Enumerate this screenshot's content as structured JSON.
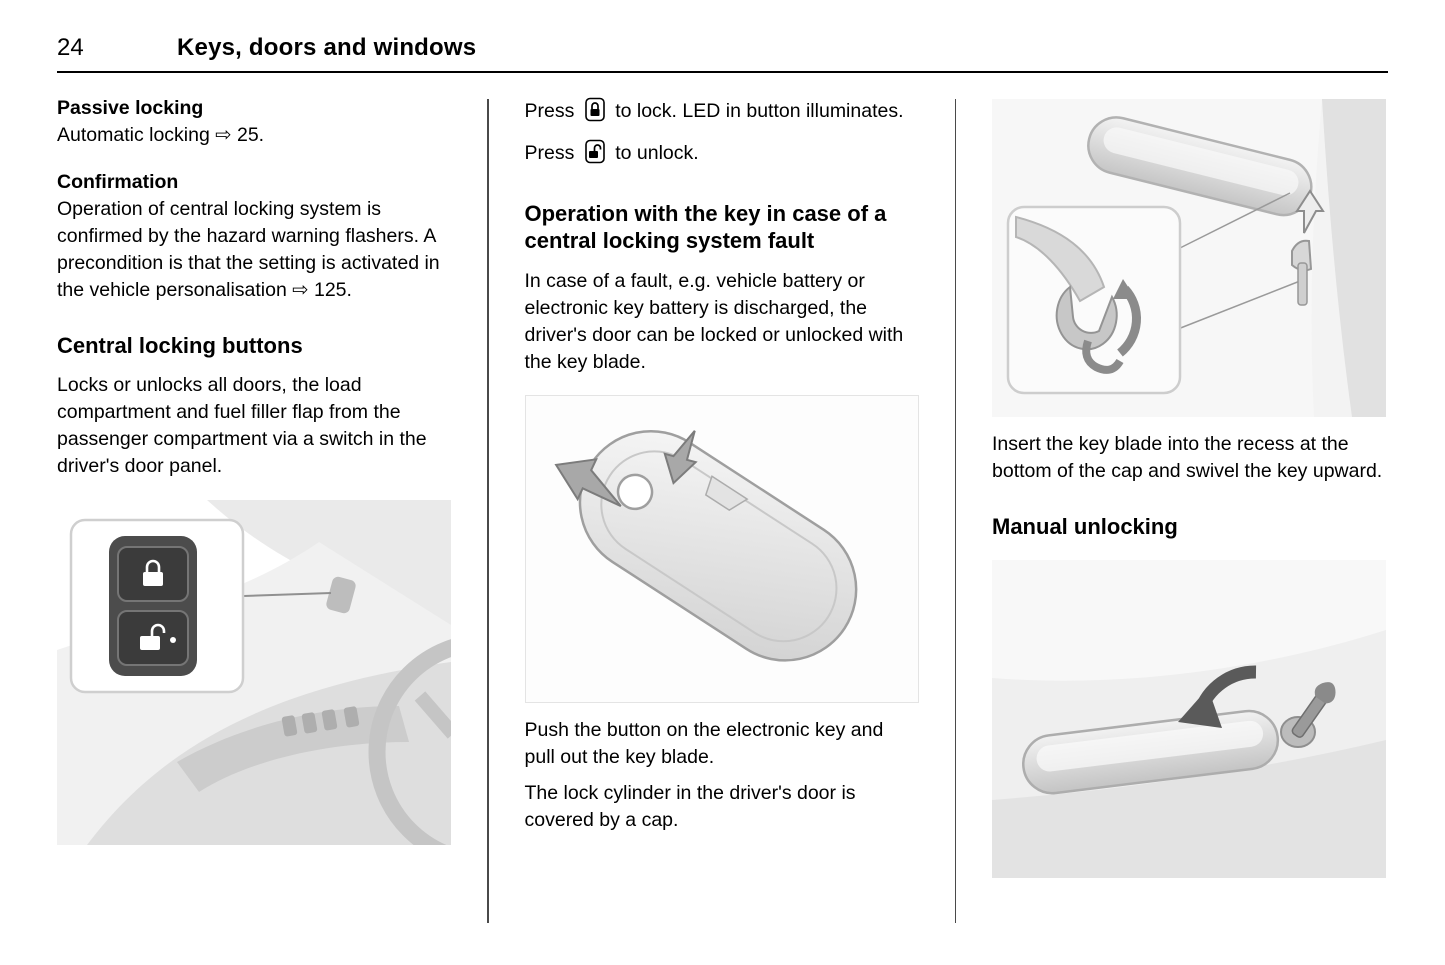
{
  "header": {
    "page_number": "24",
    "title": "Keys, doors and windows"
  },
  "col1": {
    "passive_locking_heading": "Passive locking",
    "passive_locking_text": "Automatic locking ⇨ 25.",
    "confirmation_heading": "Confirmation",
    "confirmation_text": "Operation of central locking system is confirmed by the hazard warning flashers. A precondition is that the setting is activated in the vehicle personalisation ⇨ 125.",
    "central_locking_heading": "Central locking buttons",
    "central_locking_text": "Locks or unlocks all doors, the load compartment and fuel filler flap from the passenger compartment via a switch in the driver's door panel."
  },
  "col2": {
    "press_lock_before": "Press",
    "press_lock_after": "to lock. LED in button illuminates.",
    "press_unlock_before": "Press",
    "press_unlock_after": "to unlock.",
    "fault_heading": "Operation with the key in case of a central locking system fault",
    "fault_text": "In case of a fault, e.g. vehicle battery or electronic key battery is discharged, the driver's door can be locked or unlocked with the key blade.",
    "push_button_text": "Push the button on the electronic key and pull out the key blade.",
    "lock_cylinder_text": "The lock cylinder in the driver's door is covered by a cap."
  },
  "col3": {
    "insert_text": "Insert the key blade into the recess at the bottom of the cap and swivel the key upward.",
    "manual_unlocking_heading": "Manual unlocking"
  },
  "icons": {
    "lock_button_icon": "padlock-closed-in-rounded-square",
    "unlock_button_icon": "padlock-open-in-rounded-square",
    "reference_arrow": "⇨"
  }
}
